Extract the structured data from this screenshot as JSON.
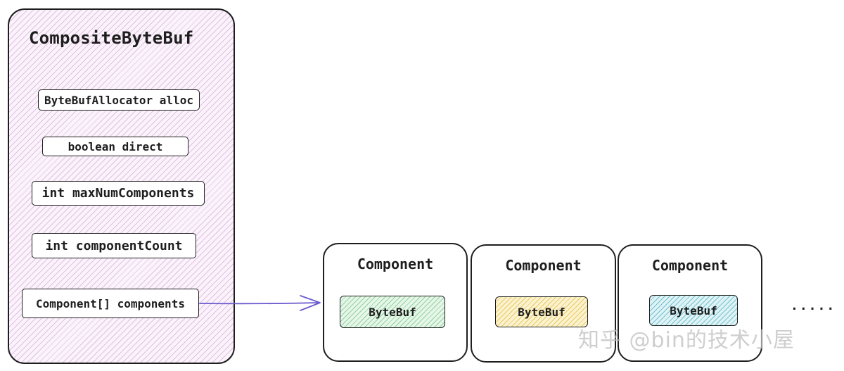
{
  "composite": {
    "title": "CompositeByteBuf",
    "fields": [
      "ByteBufAllocator alloc",
      "boolean direct",
      "int maxNumComponents",
      "int componentCount",
      "Component[] components"
    ]
  },
  "components": [
    {
      "title": "Component",
      "buffer_label": "ByteBuf",
      "fill": "green"
    },
    {
      "title": "Component",
      "buffer_label": "ByteBuf",
      "fill": "yellow"
    },
    {
      "title": "Component",
      "buffer_label": "ByteBuf",
      "fill": "cyan"
    }
  ],
  "continuation": ".....",
  "watermark": "知乎 @bin的技术小屋",
  "colors": {
    "outline": "#1e1e1e",
    "arrow": "#6a5acd",
    "composite_fill": "#f7e4f7",
    "bytebuf_green": "#b2e8bd",
    "bytebuf_yellow": "#f5d97a",
    "bytebuf_cyan": "#a9dfe8"
  }
}
